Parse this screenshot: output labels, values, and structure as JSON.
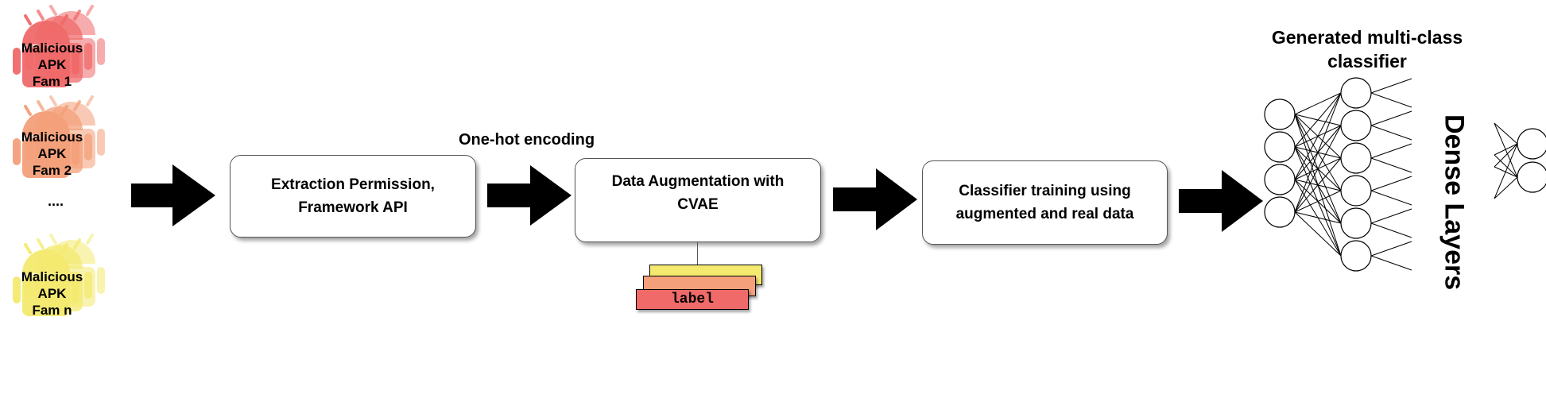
{
  "families": [
    {
      "label_lines": [
        "Malicious",
        "APK",
        "Fam 1"
      ],
      "color": "#f06a6a"
    },
    {
      "label_lines": [
        "Malicious",
        "APK",
        "Fam 2"
      ],
      "color": "#f4a07a"
    },
    {
      "label_lines": [
        "Malicious",
        "APK",
        "Fam n"
      ],
      "color": "#f4ea70"
    }
  ],
  "ellipsis": "....",
  "steps": {
    "extraction": "Extraction Permission, Framework API",
    "encoding_caption": "One-hot encoding",
    "augmentation": "Data Augmentation with CVAE",
    "training": "Classifier training using augmented and real data"
  },
  "label_tag": "label",
  "tag_colors": [
    "#f4ea70",
    "#f4a07a",
    "#f06a6a"
  ],
  "classifier": {
    "title_lines": [
      "Generated multi-class",
      "classifier"
    ],
    "dense_label": "Dense Layers"
  }
}
